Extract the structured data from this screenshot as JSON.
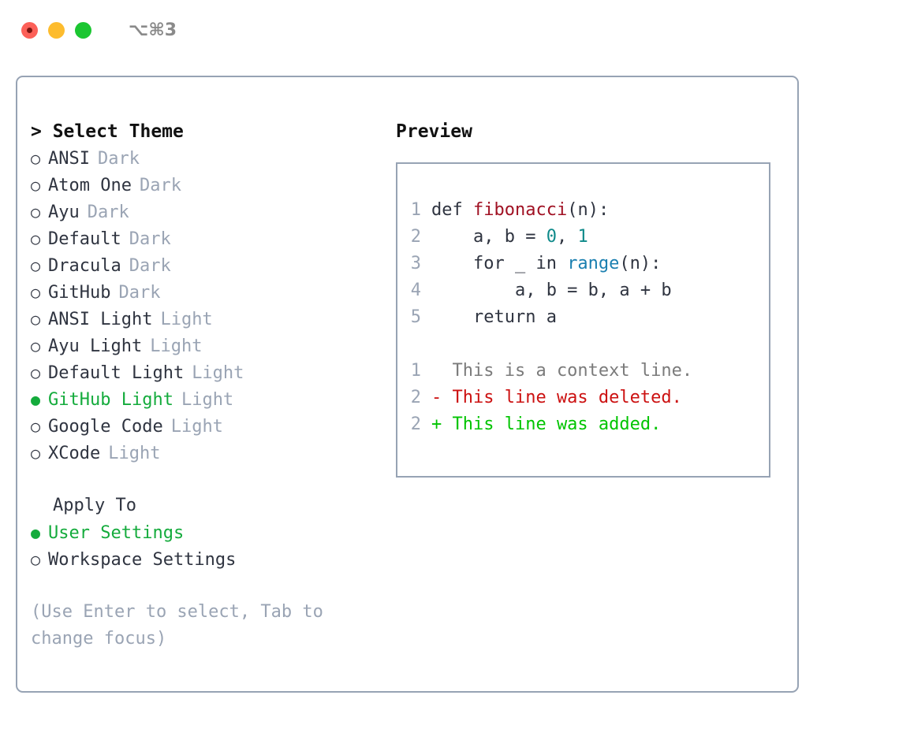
{
  "titlebar": {
    "shortcut": "⌥⌘3",
    "buttons": {
      "close": "close",
      "minimize": "minimize",
      "maximize": "maximize"
    }
  },
  "theme_picker": {
    "header": "> Select Theme",
    "options": [
      {
        "bullet": "○",
        "label": "ANSI",
        "tag": "Dark",
        "selected": false
      },
      {
        "bullet": "○",
        "label": "Atom One",
        "tag": "Dark",
        "selected": false
      },
      {
        "bullet": "○",
        "label": "Ayu",
        "tag": "Dark",
        "selected": false
      },
      {
        "bullet": "○",
        "label": "Default",
        "tag": "Dark",
        "selected": false
      },
      {
        "bullet": "○",
        "label": "Dracula",
        "tag": "Dark",
        "selected": false
      },
      {
        "bullet": "○",
        "label": "GitHub",
        "tag": "Dark",
        "selected": false
      },
      {
        "bullet": "○",
        "label": "ANSI Light",
        "tag": "Light",
        "selected": false
      },
      {
        "bullet": "○",
        "label": "Ayu Light",
        "tag": "Light",
        "selected": false
      },
      {
        "bullet": "○",
        "label": "Default Light",
        "tag": "Light",
        "selected": false
      },
      {
        "bullet": "●",
        "label": "GitHub Light",
        "tag": "Light",
        "selected": true
      },
      {
        "bullet": "○",
        "label": "Google Code",
        "tag": "Light",
        "selected": false
      },
      {
        "bullet": "○",
        "label": "XCode",
        "tag": "Light",
        "selected": false
      }
    ]
  },
  "apply_to": {
    "header": "Apply To",
    "options": [
      {
        "bullet": "●",
        "label": "User Settings",
        "selected": true
      },
      {
        "bullet": "○",
        "label": "Workspace Settings",
        "selected": false
      }
    ]
  },
  "hint": "(Use Enter to select, Tab to change focus)",
  "preview": {
    "title": "Preview",
    "code_lines": [
      {
        "number": "1",
        "tokens": [
          {
            "text": "def ",
            "type": "plain"
          },
          {
            "text": "fibonacci",
            "type": "func"
          },
          {
            "text": "(n):",
            "type": "plain"
          }
        ]
      },
      {
        "number": "2",
        "tokens": [
          {
            "text": "    a, b = ",
            "type": "plain"
          },
          {
            "text": "0",
            "type": "num"
          },
          {
            "text": ", ",
            "type": "plain"
          },
          {
            "text": "1",
            "type": "num"
          }
        ]
      },
      {
        "number": "3",
        "tokens": [
          {
            "text": "    for _ in ",
            "type": "plain"
          },
          {
            "text": "range",
            "type": "call"
          },
          {
            "text": "(n):",
            "type": "plain"
          }
        ]
      },
      {
        "number": "4",
        "tokens": [
          {
            "text": "        a, b = b, a + b",
            "type": "plain"
          }
        ]
      },
      {
        "number": "5",
        "tokens": [
          {
            "text": "    return a",
            "type": "plain"
          }
        ]
      }
    ],
    "diff_lines": [
      {
        "number": "1",
        "marker": " ",
        "text": "  This is a context line.",
        "kind": "context"
      },
      {
        "number": "2",
        "marker": "-",
        "text": "- This line was deleted.",
        "kind": "del"
      },
      {
        "number": "2",
        "marker": "+",
        "text": "+ This line was added.",
        "kind": "add"
      }
    ]
  },
  "colors": {
    "border": "#97a3b4",
    "accent_green": "#14ab3c",
    "muted": "#9aa4b4",
    "text": "#2f3440",
    "diff_add": "#00c400",
    "diff_del": "#cc1111",
    "token_func": "#a01123",
    "token_num": "#0f8a8a",
    "token_call": "#1a7fb0"
  }
}
